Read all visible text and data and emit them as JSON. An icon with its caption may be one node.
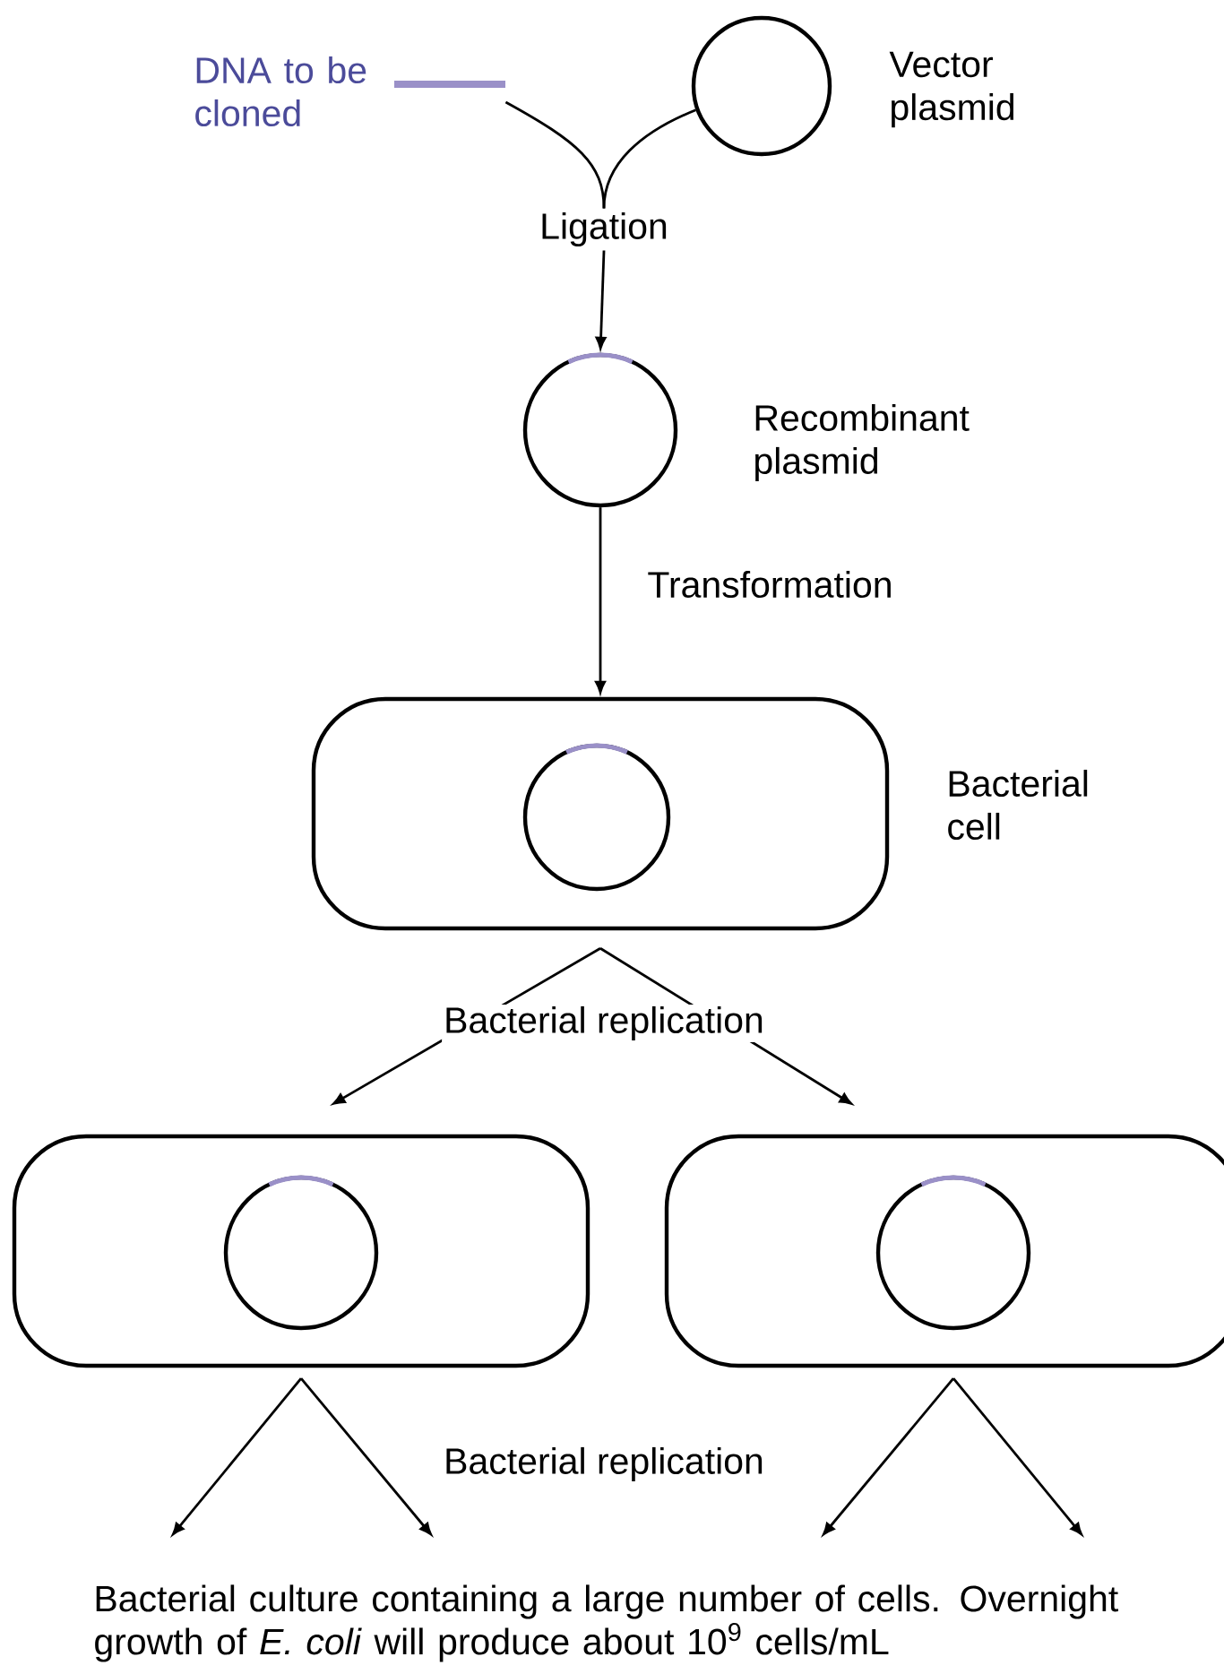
{
  "diagram": {
    "caption": "Bacterial culture containing a large number of cells. Overnight growth of *E. coli* will produce about 10$^{9}$ cells/mL",
    "nodes": [
      {
        "text": [],
        "shape": "bar",
        "beside": [
          "DNA to be cloned"
        ]
      },
      {
        "text": [],
        "shape": "circle",
        "beside": [
          "Vector plasmid"
        ]
      },
      {
        "text": [
          "Ligation"
        ]
      },
      {
        "text": [],
        "shape": "circle",
        "beside": [
          "Recombinant plasmid"
        ]
      },
      {
        "text": [],
        "shape": "box",
        "beside": [
          "Bacterial cell"
        ]
      },
      {
        "text": [],
        "shape": "circle",
        "in": 4
      },
      {
        "text": [],
        "shape": "box"
      },
      {
        "text": [],
        "shape": "circle",
        "in": 6
      },
      {
        "text": [],
        "shape": "box"
      },
      {
        "text": [],
        "shape": "circle",
        "in": 8
      }
    ],
    "edges": [
      {
        "from": 0,
        "to": 2,
        "arrow": "none"
      },
      {
        "from": 1,
        "to": 2,
        "arrow": "none"
      },
      {
        "from": 2,
        "to": 3,
        "arrow": "to"
      },
      {
        "from": 3,
        "to": 4,
        "label": "Transformation",
        "arrow": "to"
      },
      {
        "from": 4,
        "to": 6,
        "label": "Bacterial replication",
        "arrow": "to"
      },
      {
        "from": 4,
        "to": 8,
        "arrow": "to"
      },
      {
        "from": 6,
        "to": null,
        "arrow": "to"
      },
      {
        "from": 6,
        "to": null,
        "arrow": "to"
      },
      {
        "from": 8,
        "to": null,
        "arrow": "to"
      },
      {
        "from": 8,
        "to": null,
        "arrow": "to"
      }
    ],
    "labels": [
      "Bacterial replication"
    ]
  }
}
